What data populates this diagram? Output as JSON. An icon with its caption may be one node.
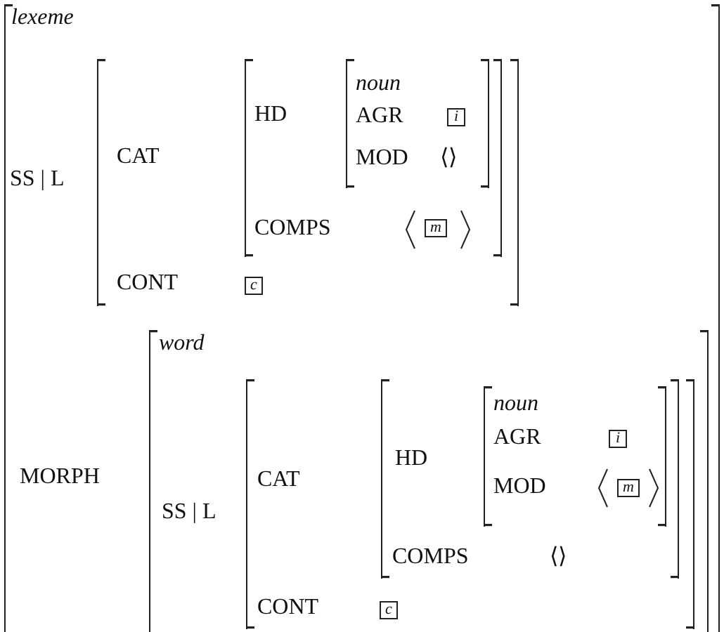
{
  "diagram": {
    "nodes": [
      {
        "text": [
          "lexeme",
          "SS | L",
          "MORPH"
        ]
      },
      {
        "text": [
          "CAT",
          "CONT"
        ],
        "in": 0
      },
      {
        "text": [
          "HD",
          "COMPS"
        ],
        "in": 1
      },
      {
        "text": [
          "noun",
          "AGR",
          "MOD",
          "⟨⟩"
        ],
        "in": 2
      },
      {
        "text": [
          "i"
        ],
        "in": 3
      },
      {
        "text": [
          "m"
        ],
        "in": 2
      },
      {
        "text": [
          "c"
        ],
        "in": 1
      },
      {
        "text": [
          "word",
          "SS | L"
        ],
        "in": 0
      },
      {
        "text": [
          "CAT",
          "CONT"
        ],
        "in": 7
      },
      {
        "text": [
          "HD",
          "COMPS",
          "⟨⟩"
        ],
        "in": 8
      },
      {
        "text": [
          "noun",
          "AGR",
          "MOD"
        ],
        "in": 9
      },
      {
        "text": [
          "i"
        ],
        "in": 10
      },
      {
        "text": [
          "m"
        ],
        "in": 10
      },
      {
        "text": [
          "c"
        ],
        "in": 8
      }
    ]
  }
}
